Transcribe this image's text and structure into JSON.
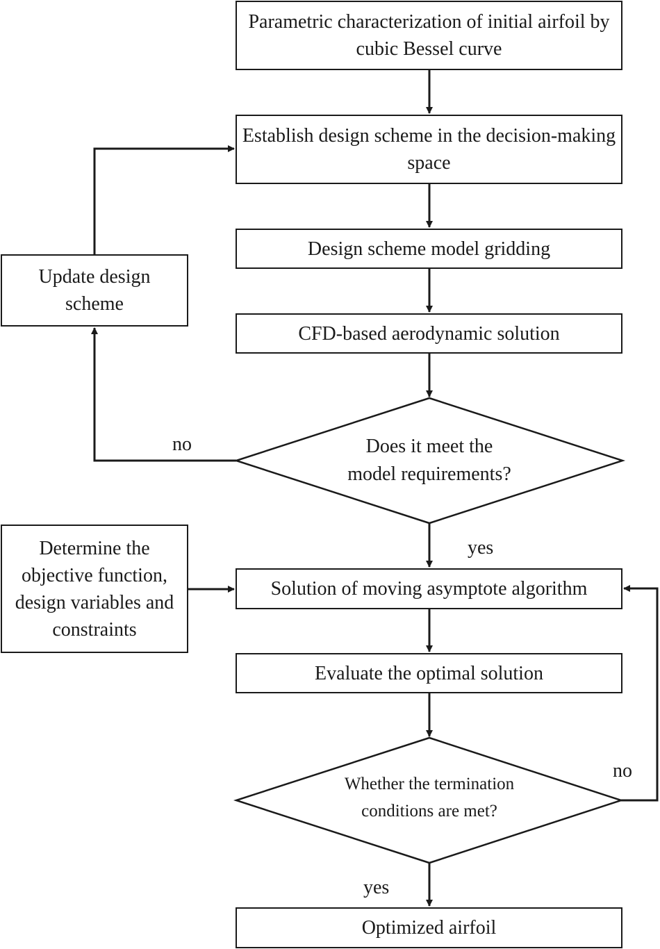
{
  "nodes": {
    "parametric": "Parametric characterization of initial airfoil by cubic Bessel curve",
    "establish": "Establish design scheme in the decision-making space",
    "gridding": "Design scheme model gridding",
    "cfd": "CFD-based aerodynamic solution",
    "meet_requirements": "Does it meet the model requirements?",
    "update": "Update design scheme",
    "determine": "Determine the objective function, design variables and constraints",
    "mma": "Solution of moving asymptote algorithm",
    "evaluate": "Evaluate the optimal solution",
    "termination": "Whether the termination conditions are met?",
    "optimized": "Optimized airfoil"
  },
  "edge_labels": {
    "no_requirements": "no",
    "yes_requirements": "yes",
    "no_termination": "no",
    "yes_termination": "yes"
  },
  "colors": {
    "line": "#1a1a1a",
    "background": "#ffffff"
  }
}
